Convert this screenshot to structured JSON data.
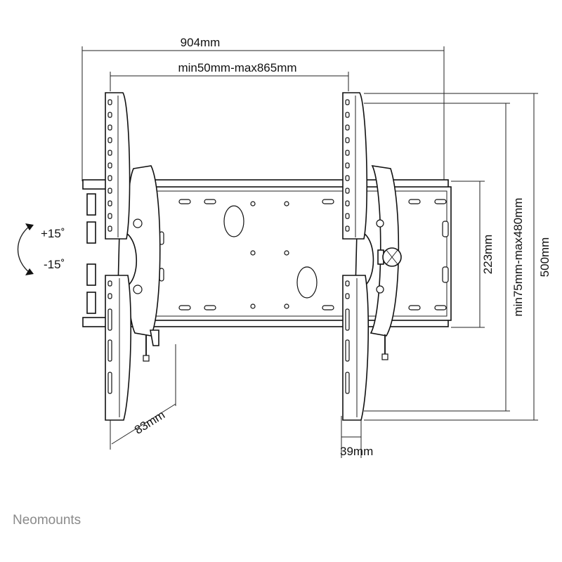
{
  "dimensions": {
    "overall_width": "904mm",
    "hole_spacing_width": "min50mm-max865mm",
    "overall_height": "500mm",
    "hole_spacing_height": "min75mm-max480mm",
    "plate_height": "223mm",
    "wall_distance": "83mm",
    "arm_thickness": "39mm"
  },
  "tilt": {
    "up": "+15˚",
    "down": "-15˚"
  },
  "brand": {
    "name": "Neomounts"
  },
  "colors": {
    "line": "#111111",
    "brand_text": "#8a8a8a",
    "background": "#ffffff"
  }
}
